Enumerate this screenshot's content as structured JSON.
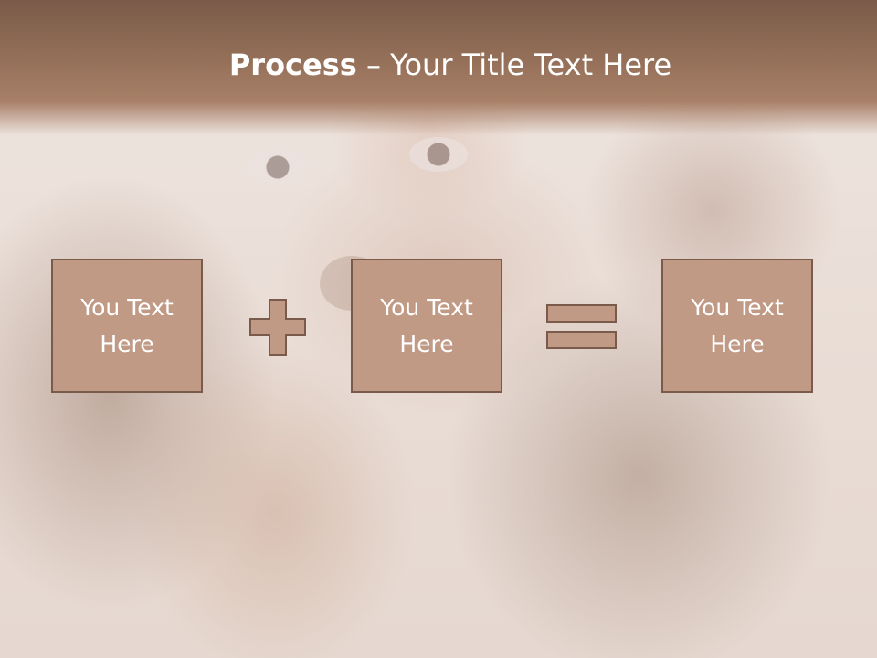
{
  "slide": {
    "title_strong": "Process",
    "title_rest": " – Your Title Text Here",
    "boxes": [
      {
        "text": "You Text Here"
      },
      {
        "text": "You Text Here"
      },
      {
        "text": "You Text Here"
      }
    ],
    "operators": [
      "plus-icon",
      "equals-icon"
    ]
  },
  "colors": {
    "header": "#957059",
    "box_fill": "#c19a86",
    "box_border": "#7a5a4a",
    "text": "#ffffff"
  }
}
